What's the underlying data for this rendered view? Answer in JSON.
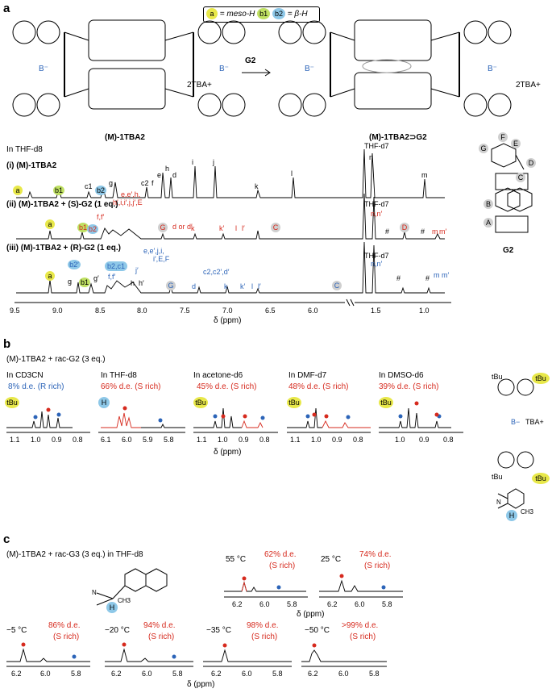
{
  "panels": {
    "a": {
      "letter": "a",
      "legend": {
        "a_label": "a",
        "a_text": "= meso-H",
        "b1_label": "b1",
        "b2_label": "b2",
        "b_text": "= β-H"
      },
      "arrow_label": "G2",
      "left_compound": "(M)-1TBA2",
      "right_compound": "(M)-1TBA2⊃G2",
      "counterion": "2TBA+",
      "solvent_note": "In THF-d8",
      "guest_label": "G2",
      "guest_atoms": [
        "G",
        "F",
        "E",
        "D",
        "A",
        "B",
        "C"
      ],
      "spectra": [
        {
          "label": "(i) (M)-1TBA2"
        },
        {
          "label": "(ii) (M)-1TBA2 + (S)-G2 (1 eq.)"
        },
        {
          "label": "(iii) (M)-1TBA2 + (R)-G2 (1 eq.)"
        }
      ],
      "peak_labels_i": [
        "a",
        "b1",
        "c1",
        "b2",
        "g",
        "c2",
        "f",
        "h",
        "e",
        "d",
        "i",
        "j",
        "k",
        "l",
        "m",
        "n"
      ],
      "peak_labels_ii": [
        "a",
        "b1",
        "b2",
        "f,f′",
        "e,e′,h,",
        "h′,i,i′,j,j′,E",
        "G",
        "d or d′",
        "k",
        "k′",
        "l",
        "l′",
        "C",
        "n,n′",
        "#",
        "D",
        "#",
        "m",
        "m′"
      ],
      "peak_labels_iii": [
        "a",
        "b2′",
        "g",
        "b1",
        "g′",
        "b2,c1",
        "f,f′",
        "j′",
        "h",
        "h′",
        "e,e′,j,i,",
        "i′,E,F",
        "G",
        "c2,c2′,d′",
        "d",
        "k",
        "k′",
        "l",
        "l′",
        "C",
        "n,n′",
        "#",
        "#",
        "m",
        "m′"
      ],
      "solvent_peak": "THF-d7",
      "xaxis": {
        "label": "δ (ppm)",
        "ticks": [
          "9.5",
          "9.0",
          "8.5",
          "8.0",
          "7.5",
          "7.0",
          "6.5",
          "6.0",
          "1.5",
          "1.0"
        ]
      }
    },
    "b": {
      "letter": "b",
      "title": "(M)-1TBA2 + rac-G2 (3 eq.)",
      "subpanels": [
        {
          "solvent": "In CD3CN",
          "de": "8% d.e. (R rich)",
          "marker": "tBu",
          "ticks": [
            "1.1",
            "1.0",
            "0.9",
            "0.8"
          ]
        },
        {
          "solvent": "In THF-d8",
          "de": "66% d.e. (S rich)",
          "marker": "H",
          "ticks": [
            "6.1",
            "6.0",
            "5.9",
            "5.8"
          ]
        },
        {
          "solvent": "In acetone-d6",
          "de": "45% d.e. (S rich)",
          "marker": "tBu",
          "ticks": [
            "1.1",
            "1.0",
            "0.9",
            "0.8"
          ]
        },
        {
          "solvent": "In DMF-d7",
          "de": "48% d.e. (S rich)",
          "marker": "tBu",
          "ticks": [
            "1.1",
            "1.0",
            "0.9",
            "0.8"
          ]
        },
        {
          "solvent": "In DMSO-d6",
          "de": "39% d.e. (S rich)",
          "marker": "tBu",
          "ticks": [
            "1.0",
            "0.9",
            "0.8"
          ]
        }
      ],
      "xaxis_label": "δ (ppm)",
      "right_labels": {
        "tbu": "tBu",
        "b": "B−",
        "tba": "TBA+",
        "ch3": "CH3",
        "h": "H",
        "n": "N"
      }
    },
    "c": {
      "letter": "c",
      "title": "(M)-1TBA2 + rac-G3 (3 eq.) in THF-d8",
      "structure_labels": {
        "ch3": "CH3",
        "h": "H",
        "n": "N"
      },
      "temps": [
        {
          "t": "55 °C",
          "de": "62% d.e.",
          "rich": "(S rich)"
        },
        {
          "t": "25 °C",
          "de": "74% d.e.",
          "rich": "(S rich)"
        },
        {
          "t": "−5 °C",
          "de": "86% d.e.",
          "rich": "(S rich)"
        },
        {
          "t": "−20 °C",
          "de": "94% d.e.",
          "rich": "(S rich)"
        },
        {
          "t": "−35 °C",
          "de": "98% d.e.",
          "rich": "(S rich)"
        },
        {
          "t": "−50 °C",
          "de": ">99% d.e.",
          "rich": "(S rich)"
        }
      ],
      "ticks": [
        "6.2",
        "6.0",
        "5.8"
      ],
      "xaxis_label": "δ (ppm)"
    }
  },
  "colors": {
    "red": "#d62a1e",
    "blue": "#2c64b8",
    "yellow": "#e8e84a",
    "green": "#bfe062",
    "lightblue": "#8ec8e8"
  }
}
